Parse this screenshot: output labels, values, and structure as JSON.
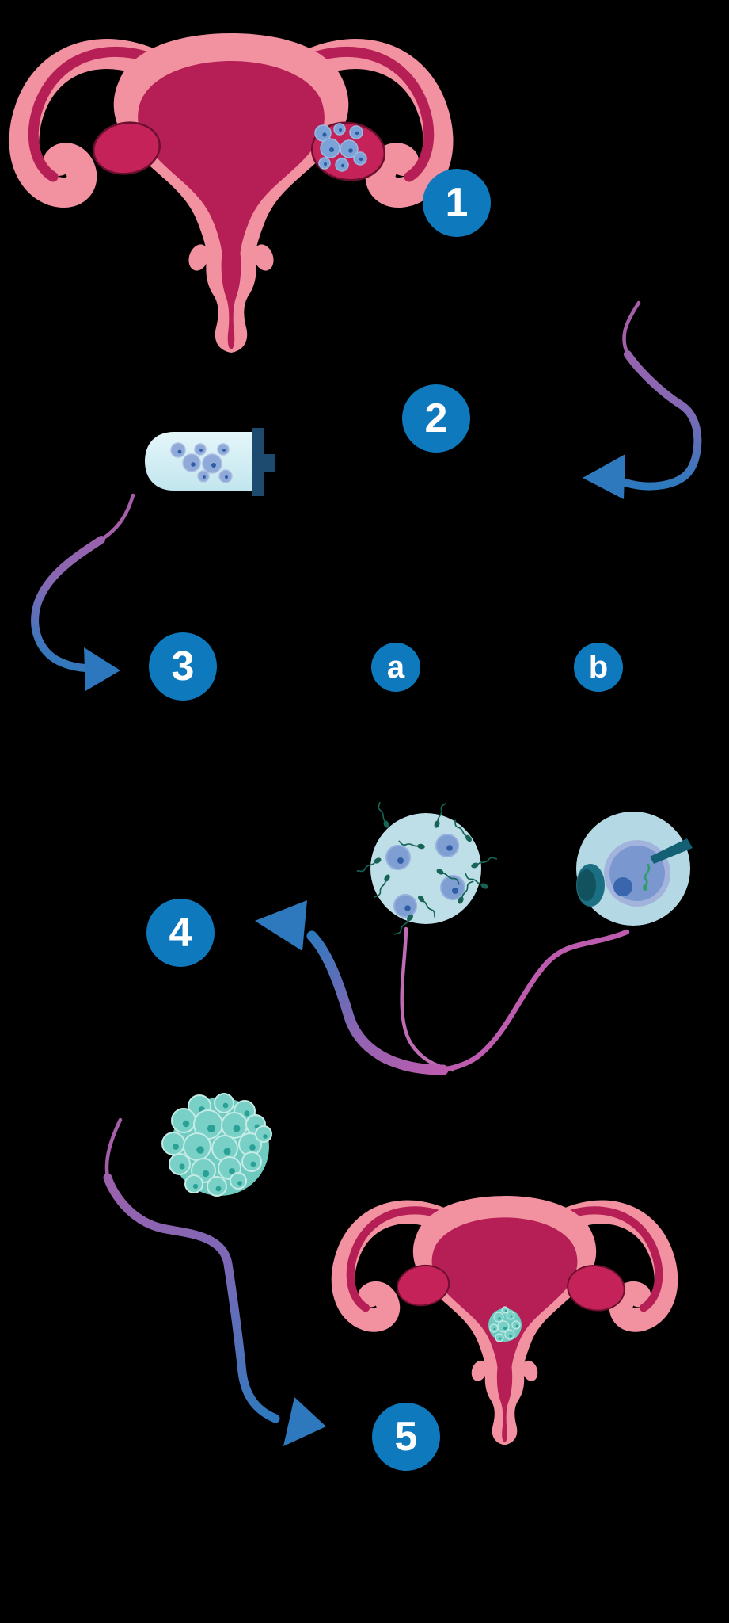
{
  "background_color": "#000000",
  "markers": {
    "step1": "1",
    "step2": "2",
    "step3": "3",
    "option_a": "a",
    "option_b": "b",
    "step4": "4",
    "step5": "5"
  },
  "marker_style": {
    "fill": "#0e79bc",
    "text_color": "#ffffff"
  },
  "arrows": {
    "gradient_start_purple": "#a55fa9",
    "gradient_mid": "#8668b3",
    "gradient_end_blue": "#2e79bd",
    "pink_strand": "#bd5cae"
  },
  "illustrations": [
    {
      "name": "uterus-with-stimulated-ovary-icon"
    },
    {
      "name": "egg-collection-vial-icon"
    },
    {
      "name": "insemination-dish-sperm-eggs-icon"
    },
    {
      "name": "icsi-injection-icon"
    },
    {
      "name": "blastocyst-icon"
    },
    {
      "name": "uterus-embryo-transfer-icon"
    }
  ],
  "palette": {
    "uterus_pink": "#f2919f",
    "uterus_crimson": "#b61e56",
    "ovary_crimson": "#c52259",
    "ovary_outline": "#6b0f2e",
    "follicle_blue": "#7ba3d7",
    "egg_blue": "#8fa9d9",
    "egg_nucleus": "#2f5ea6",
    "vial_body": "#d8f0f5",
    "vial_cap": "#1d4a6f",
    "dish_blue": "#bedfe8",
    "sperm_teal": "#176356",
    "icsi_dish_blue": "#b5d9e4",
    "icsi_egg_blue": "#7b97cf",
    "icsi_pipette_teal": "#1b6f82",
    "icsi_needle_teal": "#136074",
    "icsi_sperm_green": "#2f9d68",
    "blastocyst_teal": "#79d0c7",
    "blastocyst_outline": "#c5ebe6",
    "blastocyst_nucleus": "#2ba196"
  }
}
